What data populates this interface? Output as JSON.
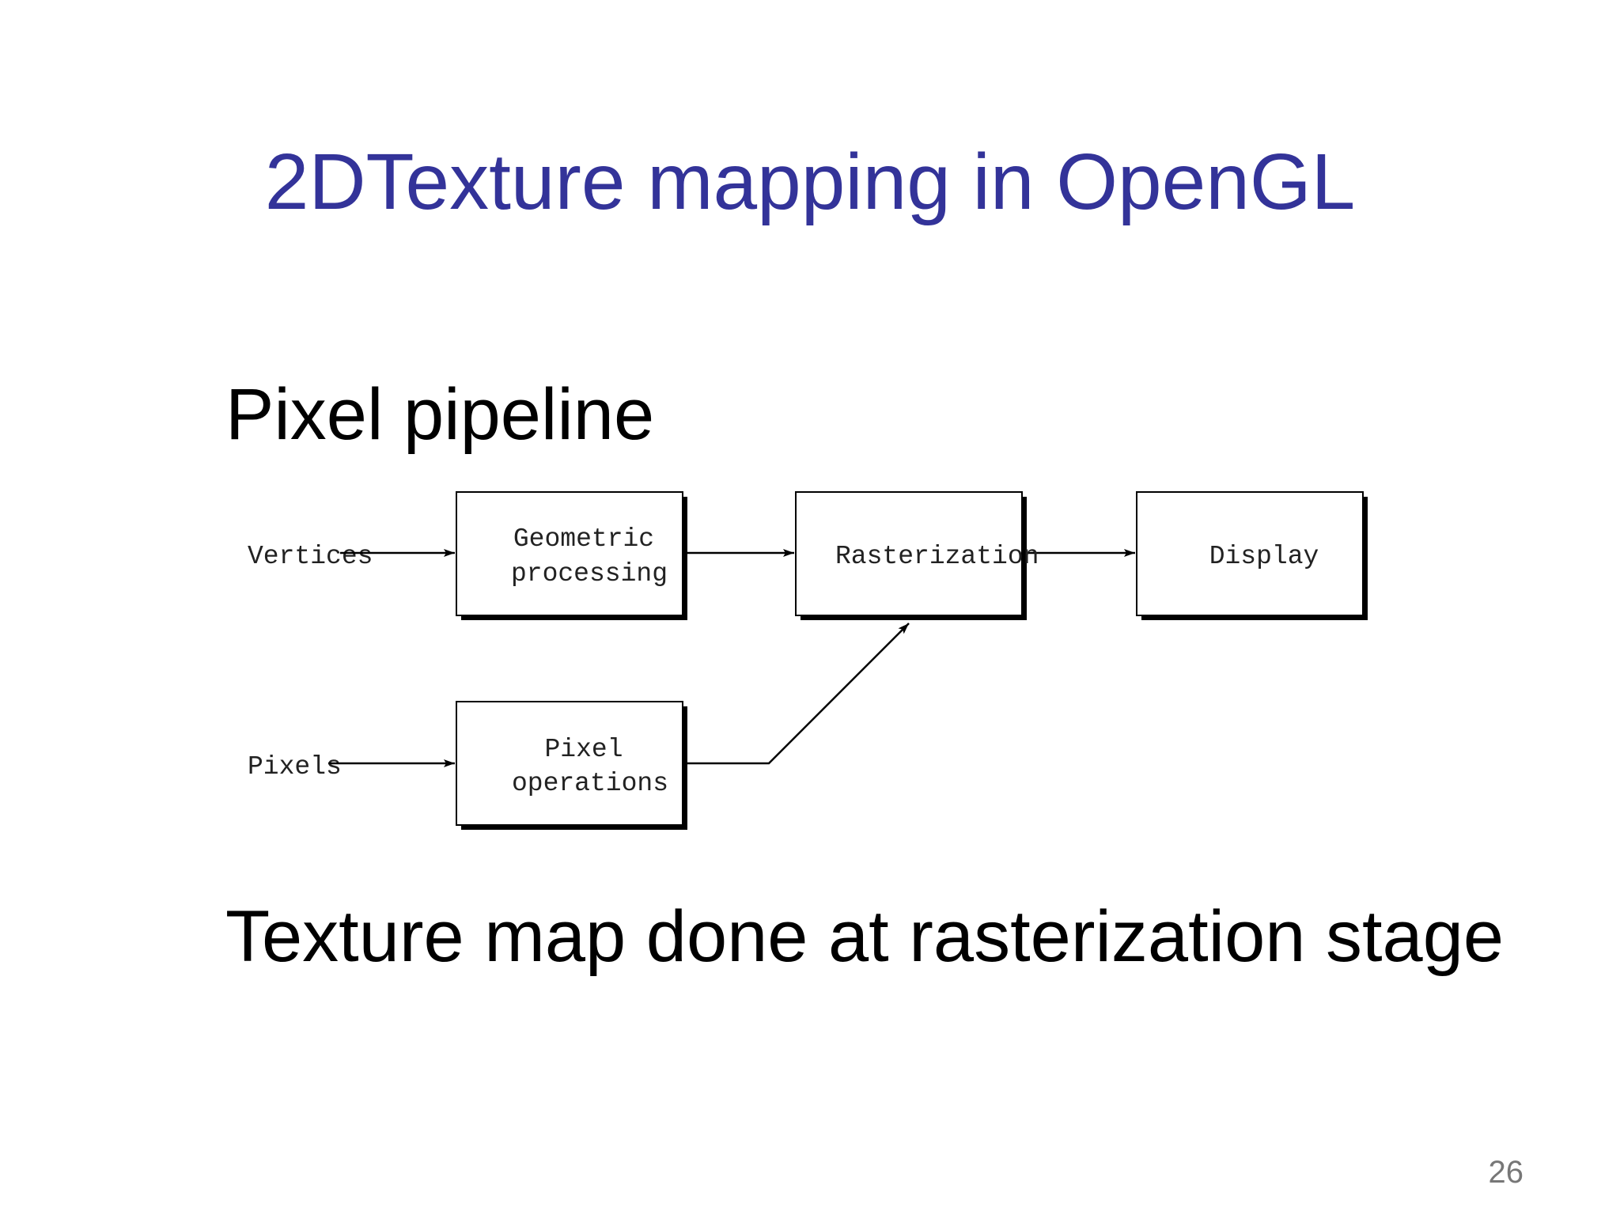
{
  "slide": {
    "title": "2DTexture mapping in OpenGL",
    "heading_pipeline": "Pixel pipeline",
    "heading_texture": "Texture map done at rasterization stage",
    "page_number": "26"
  },
  "diagram": {
    "inputs": {
      "vertices": "Vertices",
      "pixels": "Pixels"
    },
    "boxes": {
      "geometric": [
        "Geometric",
        "processing"
      ],
      "rasterization": "Rasterization",
      "display": "Display",
      "pixel_ops": [
        "Pixel",
        "operations"
      ]
    }
  }
}
